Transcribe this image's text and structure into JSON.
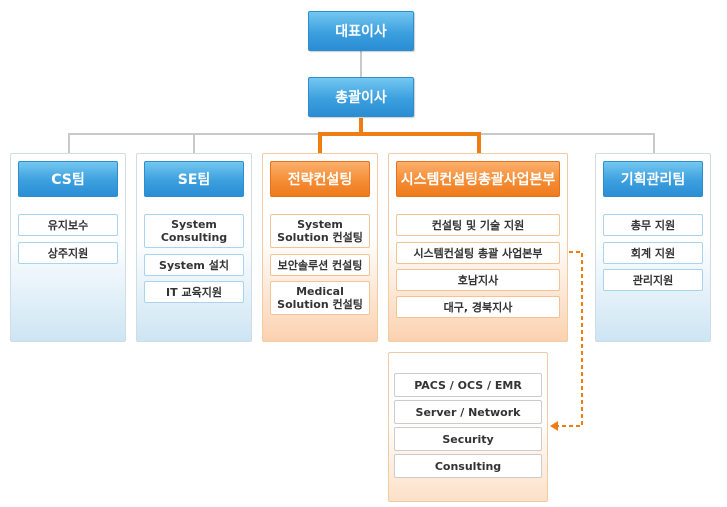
{
  "ceo": "대표이사",
  "coo": "총괄이사",
  "teams": [
    {
      "name": "CS팀",
      "items": [
        "유지보수",
        "상주지원"
      ]
    },
    {
      "name": "SE팀",
      "items": [
        "System\nConsulting",
        "System 설치",
        "IT 교육지원"
      ]
    },
    {
      "name": "전략컨설팅",
      "items": [
        "System\nSolution 컨설팅",
        "보안솔루션 컨설팅",
        "Medical\nSolution 컨설팅"
      ]
    },
    {
      "name": "시스템컨설팅총괄사업본부",
      "items": [
        "컨설팅 및 기술 지원",
        "시스템컨설팅 총괄 사업본부",
        "호남지사",
        "대구, 경북지사"
      ]
    },
    {
      "name": "기획관리팀",
      "items": [
        "총무 지원",
        "회계 지원",
        "관리지원"
      ]
    }
  ],
  "sub_division": {
    "items": [
      "PACS / OCS / EMR",
      "Server / Network",
      "Security",
      "Consulting"
    ]
  },
  "colors": {
    "blue": "#3c9fde",
    "orange": "#f07d14",
    "connector_gray": "#c9c9c9"
  }
}
